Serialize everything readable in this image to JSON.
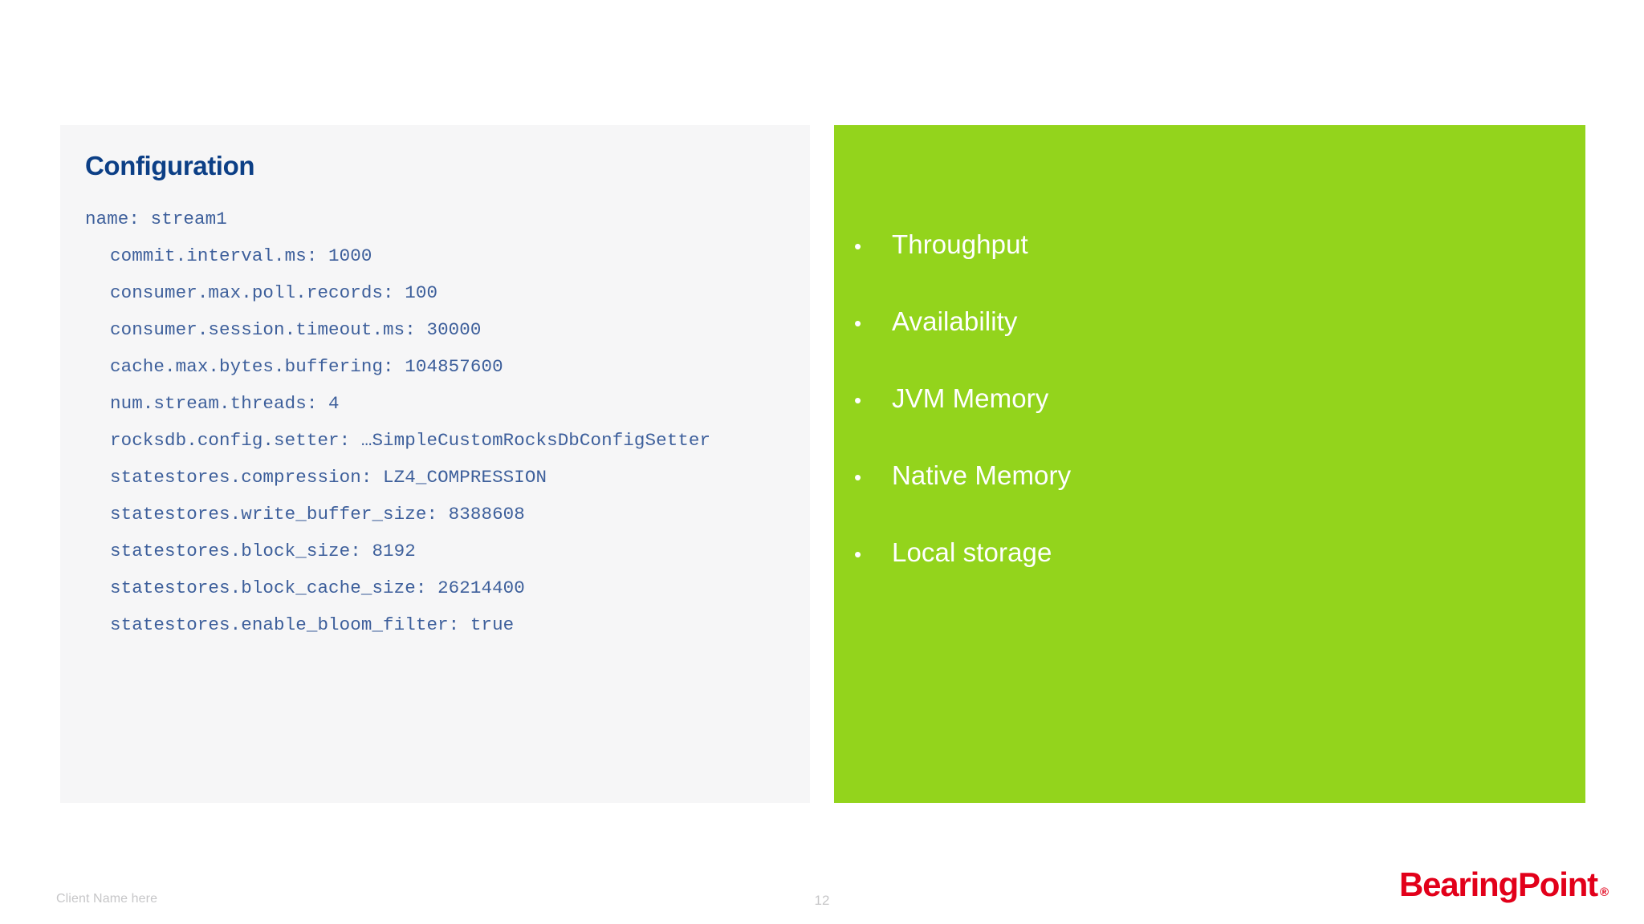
{
  "slide": {
    "background_color": "#ffffff",
    "page_number": "12"
  },
  "config_panel": {
    "background_color": "#f6f6f7",
    "title": "Configuration",
    "title_color": "#0c3f86",
    "code_color": "#3d5f9b",
    "code_lines": [
      {
        "text": "name: stream1",
        "indent": false
      },
      {
        "text": "commit.interval.ms: 1000",
        "indent": true
      },
      {
        "text": "consumer.max.poll.records: 100",
        "indent": true
      },
      {
        "text": "consumer.session.timeout.ms: 30000",
        "indent": true
      },
      {
        "text": "cache.max.bytes.buffering: 104857600",
        "indent": true
      },
      {
        "text": "num.stream.threads: 4",
        "indent": true
      },
      {
        "text": "rocksdb.config.setter: …SimpleCustomRocksDbConfigSetter",
        "indent": true
      },
      {
        "text": "statestores.compression: LZ4_COMPRESSION",
        "indent": true
      },
      {
        "text": "statestores.write_buffer_size: 8388608",
        "indent": true
      },
      {
        "text": "statestores.block_size: 8192",
        "indent": true
      },
      {
        "text": "statestores.block_cache_size: 26214400",
        "indent": true
      },
      {
        "text": "statestores.enable_bloom_filter: true",
        "indent": true
      }
    ]
  },
  "topics_panel": {
    "background_color": "#93d41c",
    "text_color": "#ffffff",
    "bullet_glyph": "•",
    "items": [
      {
        "label": "Throughput"
      },
      {
        "label": "Availability"
      },
      {
        "label": "JVM Memory"
      },
      {
        "label": "Native Memory"
      },
      {
        "label": "Local storage"
      }
    ]
  },
  "footer": {
    "client_name": "Client Name here",
    "page_number": "12",
    "brand_name": "BearingPoint",
    "brand_mark": "®",
    "brand_color": "#e2001a",
    "muted_color": "#c6c6c8"
  }
}
